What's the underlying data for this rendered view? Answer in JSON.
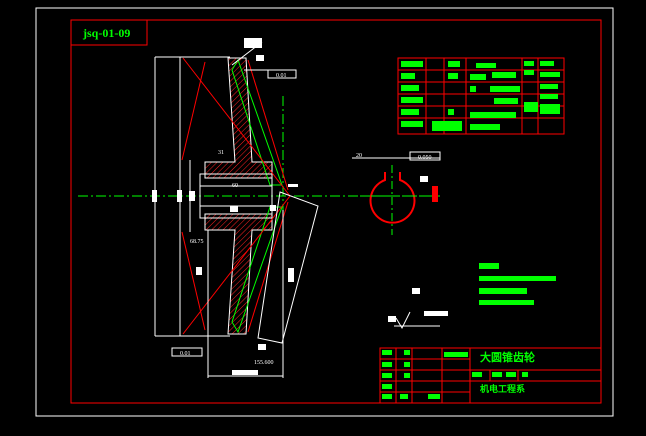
{
  "drawing": {
    "code": "jsq-01-09",
    "title": "大圆锥齿轮",
    "department": "机电工程系"
  },
  "annotations": {
    "surface_note": "0.050",
    "tolerance_top": "0.01",
    "tolerance_bottom": "0.01",
    "dim_keyway": "20",
    "dim_b": "31",
    "dim_bore": "60",
    "dim_hub": "68.75",
    "dim_bottom": "155.600"
  },
  "colors": {
    "background": "#000000",
    "frame": "#ffffff",
    "border": "#ff0000",
    "lines": "#ffffff",
    "center": "#00ff00",
    "text_block": "#00ff00",
    "hatch": "#ff0000"
  }
}
